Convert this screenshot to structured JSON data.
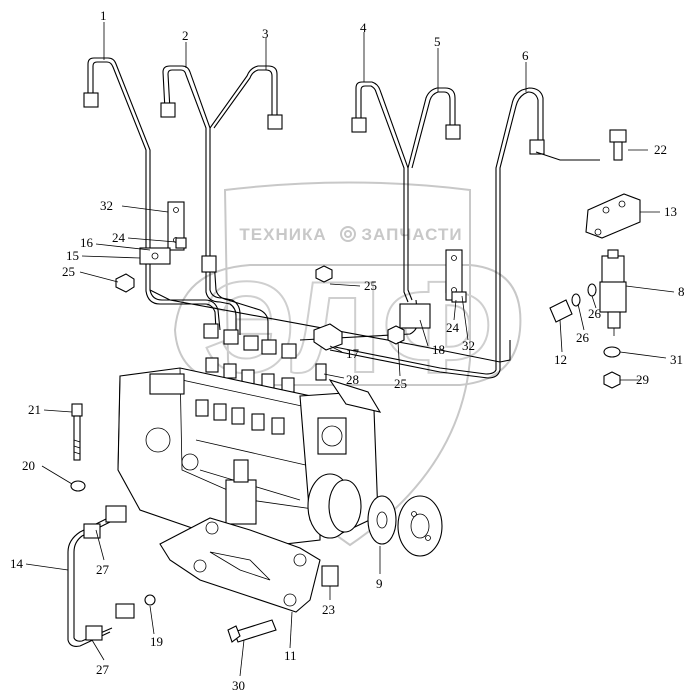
{
  "watermark": {
    "left_word": "ТЕХНИКА",
    "right_word": "ЗАПЧАСТИ",
    "logo_letters": "ЭЛФ"
  },
  "callouts": [
    {
      "id": "1",
      "label": "1"
    },
    {
      "id": "2",
      "label": "2"
    },
    {
      "id": "3",
      "label": "3"
    },
    {
      "id": "4",
      "label": "4"
    },
    {
      "id": "5",
      "label": "5"
    },
    {
      "id": "6",
      "label": "6"
    },
    {
      "id": "22",
      "label": "22"
    },
    {
      "id": "13",
      "label": "13"
    },
    {
      "id": "32a",
      "label": "32"
    },
    {
      "id": "24a",
      "label": "24"
    },
    {
      "id": "16",
      "label": "16"
    },
    {
      "id": "15",
      "label": "15"
    },
    {
      "id": "25a",
      "label": "25"
    },
    {
      "id": "25b",
      "label": "25"
    },
    {
      "id": "8",
      "label": "8"
    },
    {
      "id": "26a",
      "label": "26"
    },
    {
      "id": "26b",
      "label": "26"
    },
    {
      "id": "24b",
      "label": "24"
    },
    {
      "id": "32b",
      "label": "32"
    },
    {
      "id": "18",
      "label": "18"
    },
    {
      "id": "17",
      "label": "17"
    },
    {
      "id": "25c",
      "label": "25"
    },
    {
      "id": "28",
      "label": "28"
    },
    {
      "id": "12",
      "label": "12"
    },
    {
      "id": "31",
      "label": "31"
    },
    {
      "id": "29",
      "label": "29"
    },
    {
      "id": "21",
      "label": "21"
    },
    {
      "id": "20",
      "label": "20"
    },
    {
      "id": "14",
      "label": "14"
    },
    {
      "id": "27a",
      "label": "27"
    },
    {
      "id": "27b",
      "label": "27"
    },
    {
      "id": "19",
      "label": "19"
    },
    {
      "id": "9",
      "label": "9"
    },
    {
      "id": "23",
      "label": "23"
    },
    {
      "id": "11",
      "label": "11"
    },
    {
      "id": "30",
      "label": "30"
    }
  ]
}
